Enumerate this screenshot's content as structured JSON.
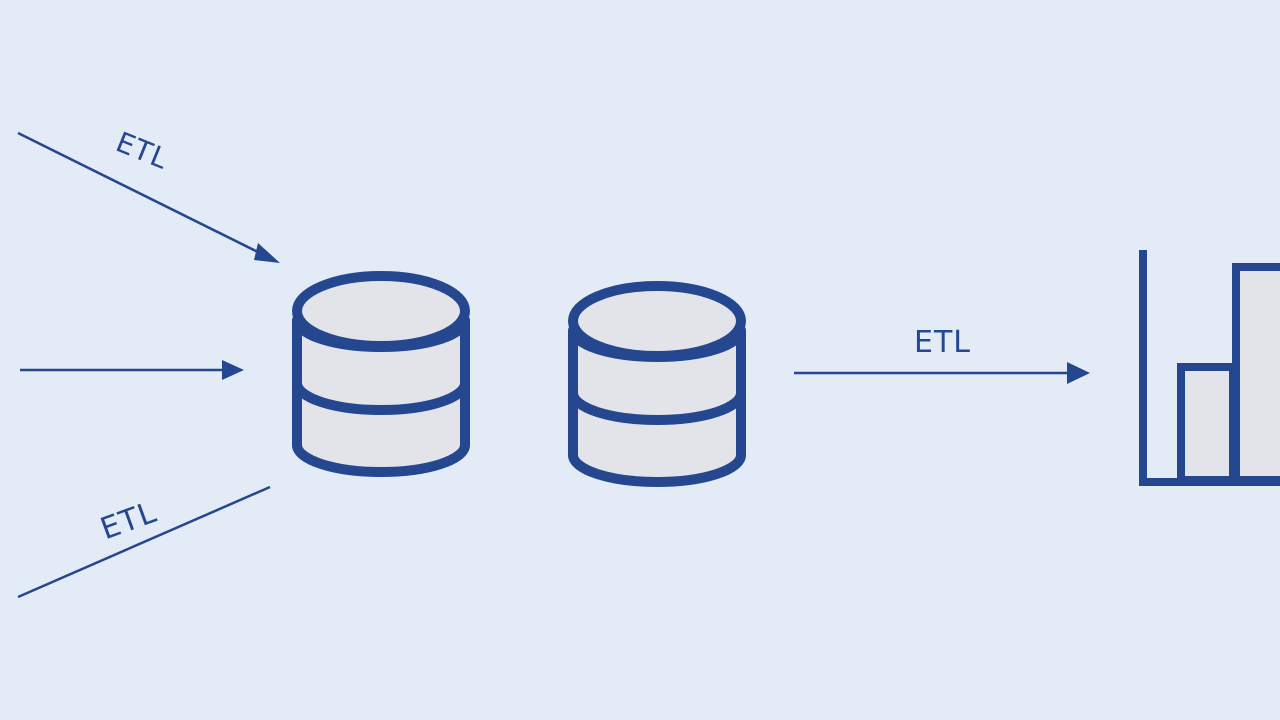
{
  "diagram": {
    "labels": {
      "top_arrow": "ETL",
      "bottom_line": "ETL",
      "right_arrow": "ETL"
    }
  },
  "colors": {
    "background": "#e3ecf6",
    "stroke": "#24478f",
    "fill": "#e2e4e9"
  },
  "icons": [
    "database-icon",
    "database-icon",
    "bar-chart-icon"
  ]
}
